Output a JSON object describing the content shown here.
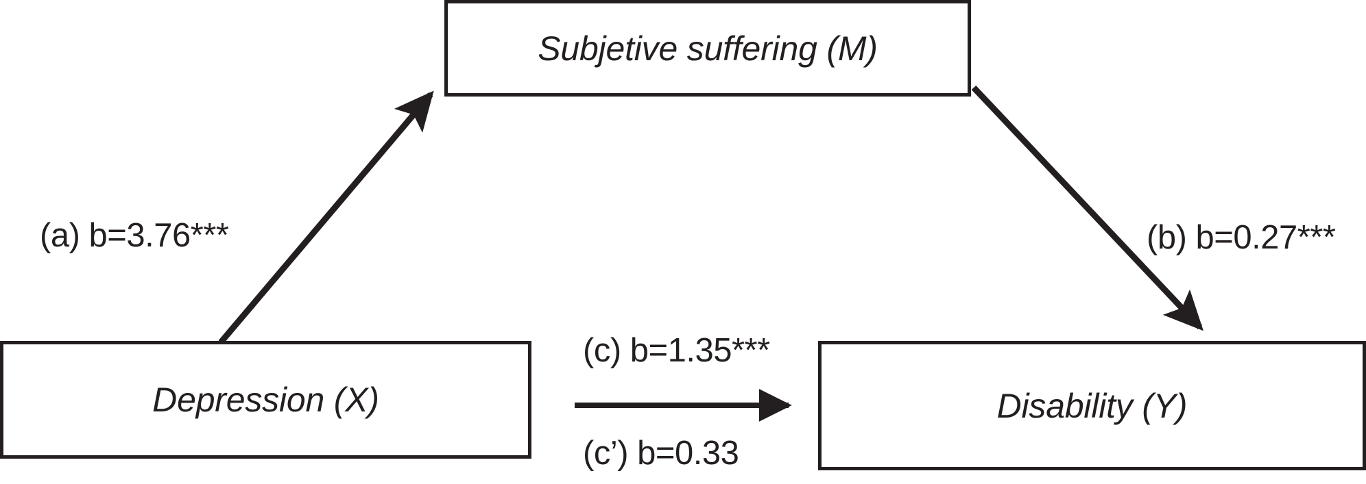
{
  "diagram": {
    "type": "mediation-model",
    "title": "",
    "stroke_color": "#231f20",
    "background_color": "#ffffff",
    "nodes": [
      {
        "id": "mediator",
        "role": "M",
        "label": "Subjetive suffering (M)",
        "shape": "rectangle"
      },
      {
        "id": "predictor",
        "role": "X",
        "label": "Depression (X)",
        "shape": "rectangle"
      },
      {
        "id": "outcome",
        "role": "Y",
        "label": "Disability (Y)",
        "shape": "rectangle"
      }
    ],
    "paths": [
      {
        "id": "a",
        "from": "predictor",
        "to": "mediator",
        "label": "(a) b=3.76***",
        "coefficient": 3.76,
        "significance": "***"
      },
      {
        "id": "b",
        "from": "mediator",
        "to": "outcome",
        "label": "(b) b=0.27***",
        "coefficient": 0.27,
        "significance": "***"
      },
      {
        "id": "c",
        "from": "predictor",
        "to": "outcome",
        "label": "(c) b=1.35***",
        "coefficient": 1.35,
        "significance": "***"
      },
      {
        "id": "c-prime",
        "from": "predictor",
        "to": "outcome",
        "label": "(c’) b=0.33",
        "coefficient": 0.33,
        "significance": ""
      }
    ]
  }
}
